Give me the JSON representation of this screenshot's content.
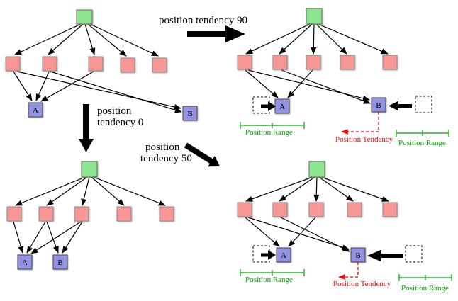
{
  "annotations": {
    "tendency_90": "position tendency 90",
    "tendency_0_line1": "position",
    "tendency_0_line2": "tendency 0",
    "tendency_50_line1": "position",
    "tendency_50_line2": "tendency 50"
  },
  "labels": {
    "node_a": "A",
    "node_b": "B",
    "position_range": "Position Range",
    "position_tendency": "Position Tendency"
  },
  "colors": {
    "root_fill": "#8ee690",
    "leaf_fill": "#f89595",
    "child_fill": "#9393e3",
    "range_green": "#00a300",
    "tendency_red": "#ff0000"
  }
}
